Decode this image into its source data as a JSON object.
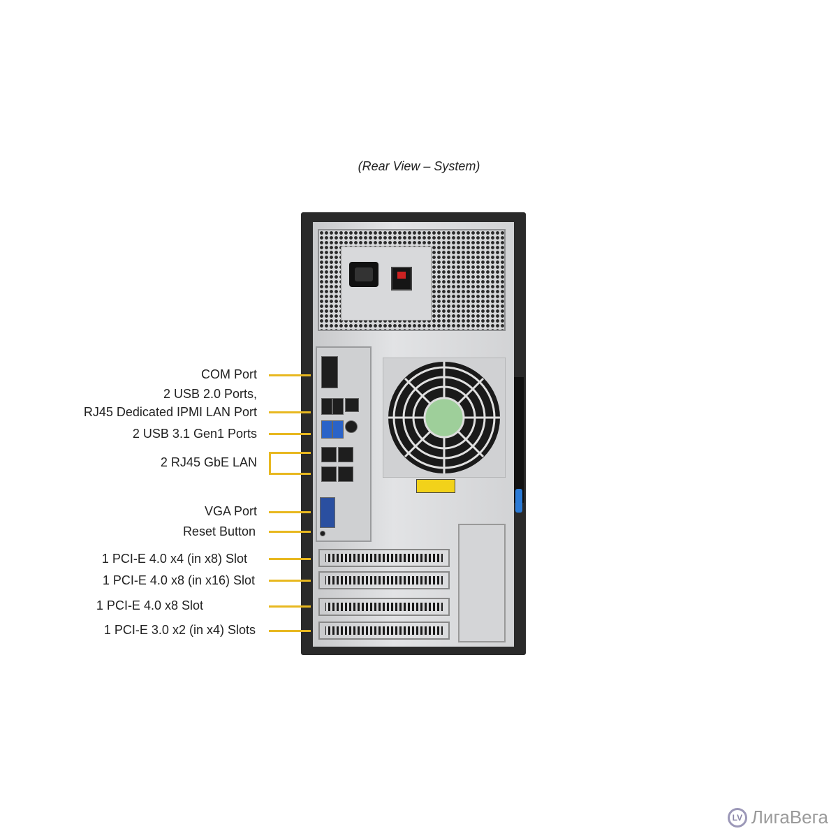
{
  "caption": "(Rear View – System)",
  "labels": {
    "com": "COM Port",
    "usb2_line1": "2 USB 2.0 Ports,",
    "usb2_line2": "RJ45 Dedicated IPMI  LAN Port",
    "usb3": "2 USB 3.1 Gen1  Ports",
    "lan": "2 RJ45 GbE LAN",
    "vga": "VGA Port",
    "reset": "Reset Button",
    "pci1": "1 PCI-E 4.0 x4 (in x8) Slot",
    "pci2": "1 PCI-E 4.0 x8 (in x16) Slot",
    "pci3": "1 PCI-E 4.0 x8 Slot",
    "pci4": "1 PCI-E 3.0 x2 (in x4) Slots"
  },
  "watermark": {
    "text": "ЛигаВега",
    "mark": "LV"
  },
  "colors": {
    "callout": "#e8b820",
    "usb3": "#2a63c8",
    "latch": "#2a7ad6"
  }
}
